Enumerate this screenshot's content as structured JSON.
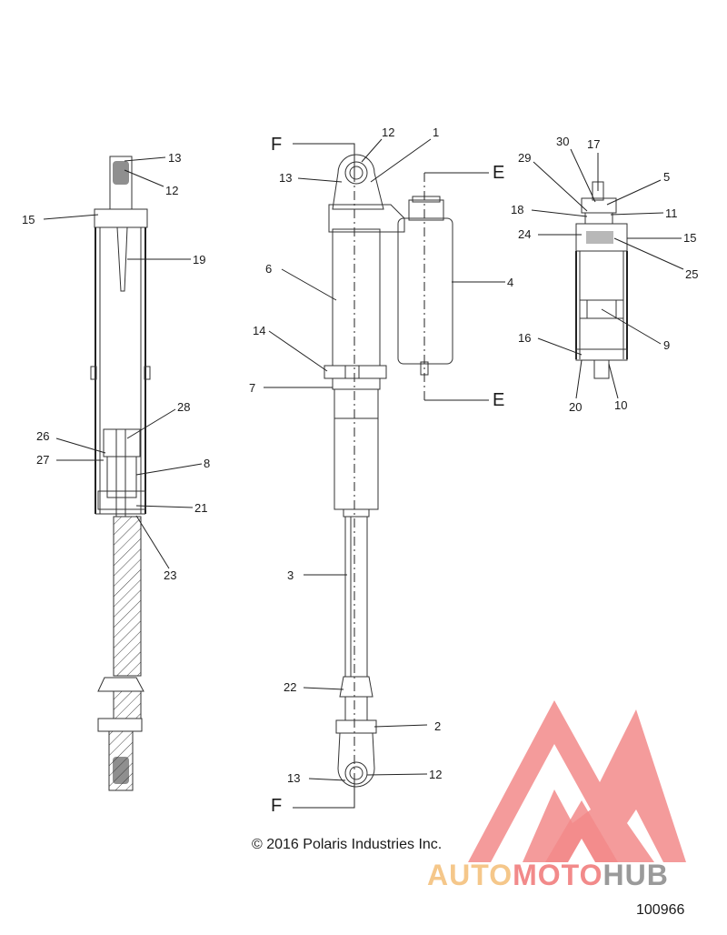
{
  "section_labels": {
    "f_top": "F",
    "f_bottom": "F",
    "e_top": "E",
    "e_bottom": "E"
  },
  "callouts": {
    "left": {
      "c13": "13",
      "c12": "12",
      "c15": "15",
      "c19": "19",
      "c28": "28",
      "c26": "26",
      "c27": "27",
      "c8": "8",
      "c21": "21",
      "c23": "23"
    },
    "center": {
      "c12": "12",
      "c1": "1",
      "c13": "13",
      "c6": "6",
      "c4": "4",
      "c14": "14",
      "c7": "7",
      "c3": "3",
      "c22": "22",
      "c2": "2",
      "c13b": "13",
      "c12b": "12"
    },
    "right": {
      "c30": "30",
      "c17": "17",
      "c29": "29",
      "c5": "5",
      "c18": "18",
      "c11": "11",
      "c24": "24",
      "c15": "15",
      "c25": "25",
      "c16": "16",
      "c9": "9",
      "c20": "20",
      "c10": "10"
    }
  },
  "copyright": "© 2016 Polaris Industries Inc.",
  "document_number": "100966",
  "watermark": {
    "part1": "AUTO",
    "part2": "MOTO",
    "part3": "HUB"
  },
  "colors": {
    "logo_red": "#f28a8a",
    "logo_orange": "#f5c78a",
    "logo_gray": "#9a9a9a",
    "line": "#222222"
  }
}
